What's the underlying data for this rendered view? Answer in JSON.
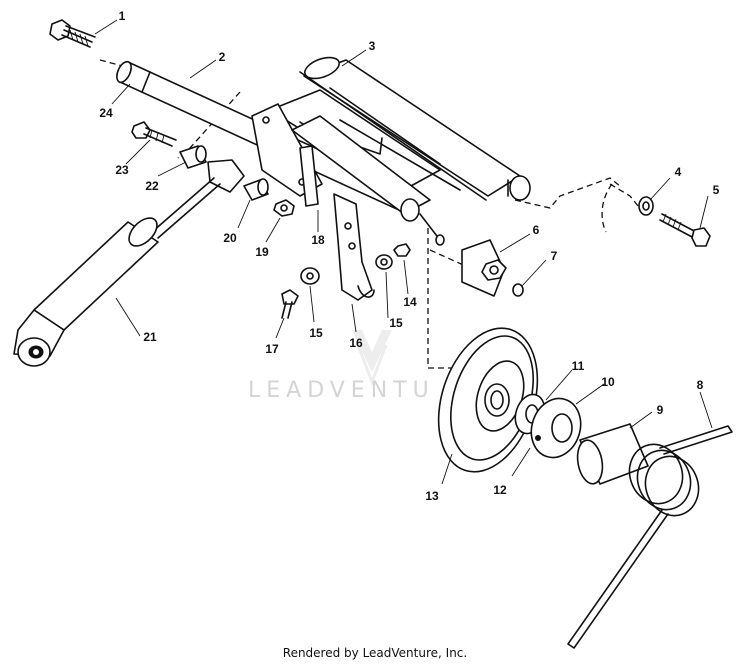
{
  "watermark": {
    "text": "LEADVENTU",
    "logo": "leadventure-logo"
  },
  "footer": {
    "text": "Rendered by LeadVenture, Inc."
  },
  "callouts": [
    {
      "id": "1",
      "label": "1"
    },
    {
      "id": "2",
      "label": "2"
    },
    {
      "id": "3",
      "label": "3"
    },
    {
      "id": "4",
      "label": "4"
    },
    {
      "id": "5",
      "label": "5"
    },
    {
      "id": "6",
      "label": "6"
    },
    {
      "id": "7",
      "label": "7"
    },
    {
      "id": "8",
      "label": "8"
    },
    {
      "id": "9",
      "label": "9"
    },
    {
      "id": "10",
      "label": "10"
    },
    {
      "id": "11",
      "label": "11"
    },
    {
      "id": "12",
      "label": "12"
    },
    {
      "id": "13",
      "label": "13"
    },
    {
      "id": "14",
      "label": "14"
    },
    {
      "id": "15a",
      "label": "15"
    },
    {
      "id": "15b",
      "label": "15"
    },
    {
      "id": "16",
      "label": "16"
    },
    {
      "id": "17",
      "label": "17"
    },
    {
      "id": "18",
      "label": "18"
    },
    {
      "id": "19",
      "label": "19"
    },
    {
      "id": "20",
      "label": "20"
    },
    {
      "id": "21",
      "label": "21"
    },
    {
      "id": "22",
      "label": "22"
    },
    {
      "id": "23",
      "label": "23"
    },
    {
      "id": "24",
      "label": "24"
    }
  ]
}
